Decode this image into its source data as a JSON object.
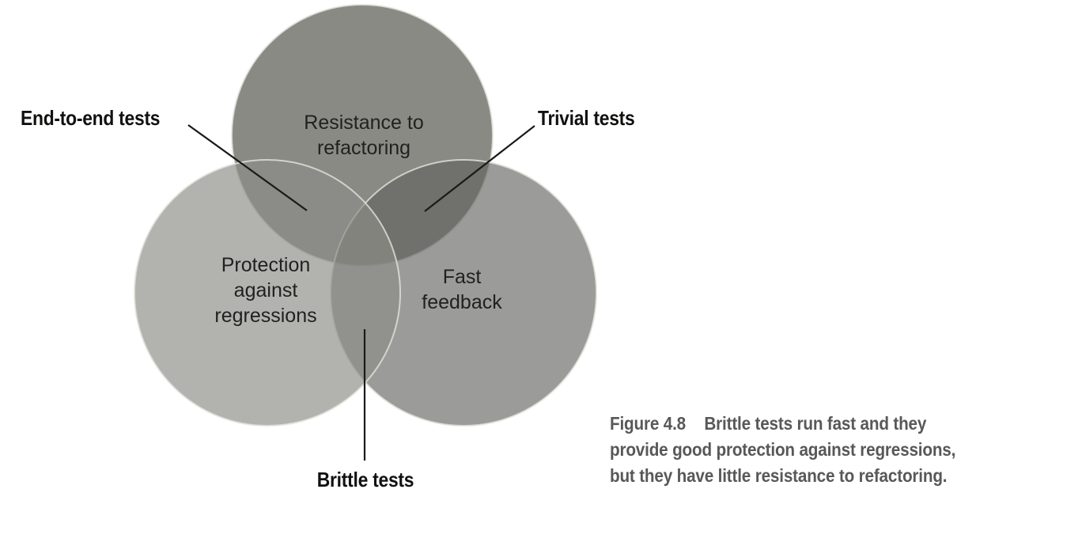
{
  "venn": {
    "circles": [
      {
        "name": "Resistance to refactoring",
        "lines": [
          "Resistance to",
          "refactoring"
        ],
        "fill": "#8a8a85"
      },
      {
        "name": "Fast feedback",
        "lines": [
          "Fast",
          "feedback"
        ],
        "fill": "#9b9b96"
      },
      {
        "name": "Protection against regressions",
        "lines": [
          "Protection",
          "against",
          "regressions"
        ],
        "fill": "#b2b2ad"
      }
    ],
    "callouts": [
      {
        "label": "End-to-end tests"
      },
      {
        "label": "Trivial tests"
      },
      {
        "label": "Brittle tests"
      }
    ],
    "colors": {
      "top_circle": "#8a8a85",
      "left_circle": "#b2b2ad",
      "right_circle": "#9b9b96",
      "overlap_top_right": "#71716d",
      "overlap_bottom_lens": "#919189",
      "circle_outline": "#e3e2db",
      "leader_line": "#1a1a18",
      "circle_text": "#21211f",
      "callout_text": "#111110",
      "caption_text": "#58585a",
      "background": "#ffffff"
    }
  },
  "caption": {
    "label": "Figure 4.8",
    "lines": [
      "Brittle tests run fast and they",
      "provide good protection against regressions,",
      "but they have little resistance to refactoring."
    ]
  }
}
